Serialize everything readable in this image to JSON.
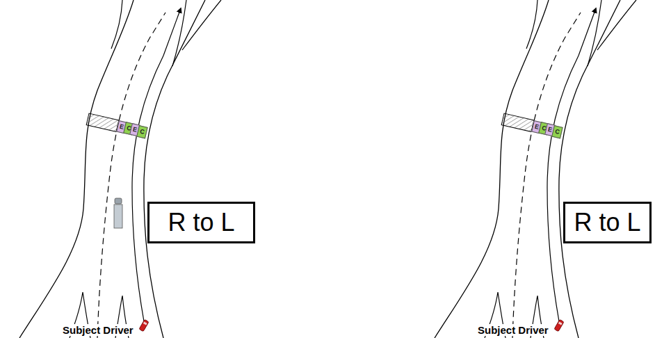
{
  "diagram": {
    "nodes": [
      {
        "text": [
          "E"
        ]
      },
      {
        "text": [
          "C"
        ]
      },
      {
        "text": [
          "E"
        ]
      },
      {
        "text": [
          "C"
        ]
      },
      {
        "text": [
          "R to L"
        ]
      },
      {
        "text": [
          "E"
        ]
      },
      {
        "text": [
          "C"
        ]
      },
      {
        "text": [
          "E"
        ]
      },
      {
        "text": [
          "C"
        ]
      },
      {
        "text": [
          "R to L"
        ]
      }
    ],
    "labels": [
      "Subject Driver",
      "Subject Driver"
    ]
  }
}
